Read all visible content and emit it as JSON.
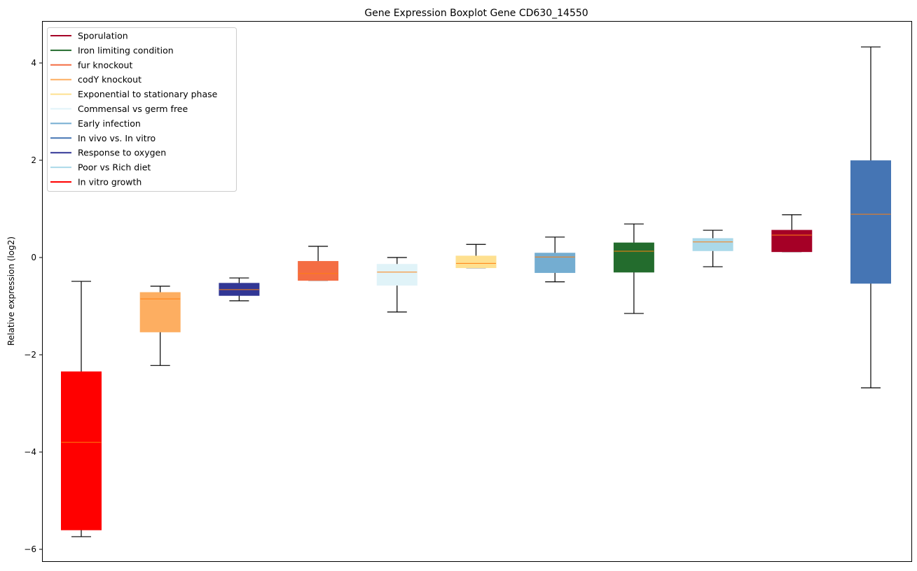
{
  "chart_data": {
    "type": "boxplot",
    "title": "Gene Expression Boxplot Gene CD630_14550",
    "xlabel": "",
    "ylabel": "Relative expression (log2)",
    "ylim": [
      -6.2,
      4.9
    ],
    "yticks": [
      4,
      2,
      0,
      -2,
      -4,
      -6
    ],
    "ytick_labels": [
      "4",
      "2",
      "0",
      "−2",
      "−4",
      "−6"
    ],
    "grid": false,
    "legend_position": "top-left",
    "median_color": "#ff7f0e",
    "legend": [
      {
        "label": "Sporulation",
        "color": "#a50026"
      },
      {
        "label": "Iron limiting condition",
        "color": "#236c2d"
      },
      {
        "label": "fur knockout",
        "color": "#f46d43"
      },
      {
        "label": "codY knockout",
        "color": "#fdae61"
      },
      {
        "label": "Exponential to stationary phase",
        "color": "#fee090"
      },
      {
        "label": "Commensal vs germ free",
        "color": "#e0f3f8"
      },
      {
        "label": "Early infection",
        "color": "#74add1"
      },
      {
        "label": "In vivo vs. In vitro",
        "color": "#4575b4"
      },
      {
        "label": "Response to oxygen",
        "color": "#313695"
      },
      {
        "label": "Poor vs Rich diet",
        "color": "#abd9e9"
      },
      {
        "label": "In vitro growth",
        "color": "#ff0000"
      }
    ],
    "boxes": [
      {
        "condition": "In vitro growth",
        "color": "#ff0000",
        "whisker_low": -5.74,
        "q1": -5.6,
        "median": -3.8,
        "q3": -2.35,
        "whisker_high": -0.49
      },
      {
        "condition": "codY knockout",
        "color": "#fdae61",
        "whisker_low": -2.22,
        "q1": -1.53,
        "median": -0.85,
        "q3": -0.72,
        "whisker_high": -0.59
      },
      {
        "condition": "Response to oxygen",
        "color": "#313695",
        "whisker_low": -0.89,
        "q1": -0.78,
        "median": -0.66,
        "q3": -0.53,
        "whisker_high": -0.42
      },
      {
        "condition": "fur knockout",
        "color": "#f46d43",
        "whisker_low": -0.47,
        "q1": -0.47,
        "median": -0.33,
        "q3": -0.08,
        "whisker_high": 0.23
      },
      {
        "condition": "Commensal vs germ free",
        "color": "#e0f3f8",
        "whisker_low": -1.12,
        "q1": -0.57,
        "median": -0.3,
        "q3": -0.14,
        "whisker_high": 0.0
      },
      {
        "condition": "Exponential to stationary phase",
        "color": "#fee090",
        "whisker_low": -0.21,
        "q1": -0.21,
        "median": -0.12,
        "q3": 0.03,
        "whisker_high": 0.27
      },
      {
        "condition": "Early infection",
        "color": "#74add1",
        "whisker_low": -0.5,
        "q1": -0.31,
        "median": 0.01,
        "q3": 0.09,
        "whisker_high": 0.42
      },
      {
        "condition": "Iron limiting condition",
        "color": "#236c2d",
        "whisker_low": -1.15,
        "q1": -0.3,
        "median": 0.13,
        "q3": 0.3,
        "whisker_high": 0.69
      },
      {
        "condition": "Poor vs Rich diet",
        "color": "#abd9e9",
        "whisker_low": -0.19,
        "q1": 0.14,
        "median": 0.32,
        "q3": 0.39,
        "whisker_high": 0.56
      },
      {
        "condition": "Sporulation",
        "color": "#a50026",
        "whisker_low": 0.12,
        "q1": 0.12,
        "median": 0.46,
        "q3": 0.56,
        "whisker_high": 0.88
      },
      {
        "condition": "In vivo vs. In vitro",
        "color": "#4575b4",
        "whisker_low": -2.68,
        "q1": -0.53,
        "median": 0.89,
        "q3": 1.99,
        "whisker_high": 4.33
      }
    ]
  }
}
